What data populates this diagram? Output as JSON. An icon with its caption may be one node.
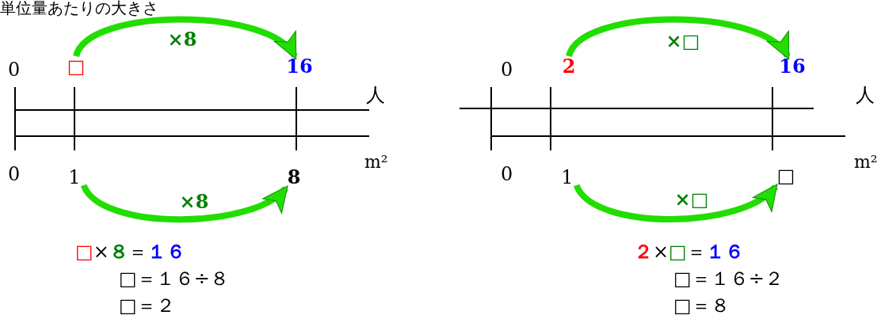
{
  "diagram": {
    "nodes": [
      {
        "text": [
          "□"
        ]
      },
      {
        "text": [
          "16"
        ]
      },
      {
        "text": [
          "1"
        ]
      },
      {
        "text": [
          "8"
        ]
      },
      {
        "text": [
          "2"
        ]
      },
      {
        "text": [
          "16"
        ]
      },
      {
        "text": [
          "1"
        ]
      },
      {
        "text": [
          "□"
        ]
      }
    ],
    "edges": [
      {
        "from": 0,
        "to": 1,
        "arrow": "to",
        "label": "×8"
      },
      {
        "from": 2,
        "to": 3,
        "arrow": "to",
        "label": "×8"
      },
      {
        "from": 4,
        "to": 5,
        "arrow": "to",
        "label": "×□"
      },
      {
        "from": 6,
        "to": 7,
        "arrow": "to",
        "label": "×□"
      }
    ],
    "labels": [
      "単位量あたりの大きさ",
      "0",
      "0",
      "人",
      "人",
      "m²",
      "m²",
      "0",
      "0",
      "□×８＝１６",
      "２×□＝１６",
      "□＝１６÷８",
      "□＝１６÷２",
      "□＝２",
      "□＝８"
    ]
  }
}
